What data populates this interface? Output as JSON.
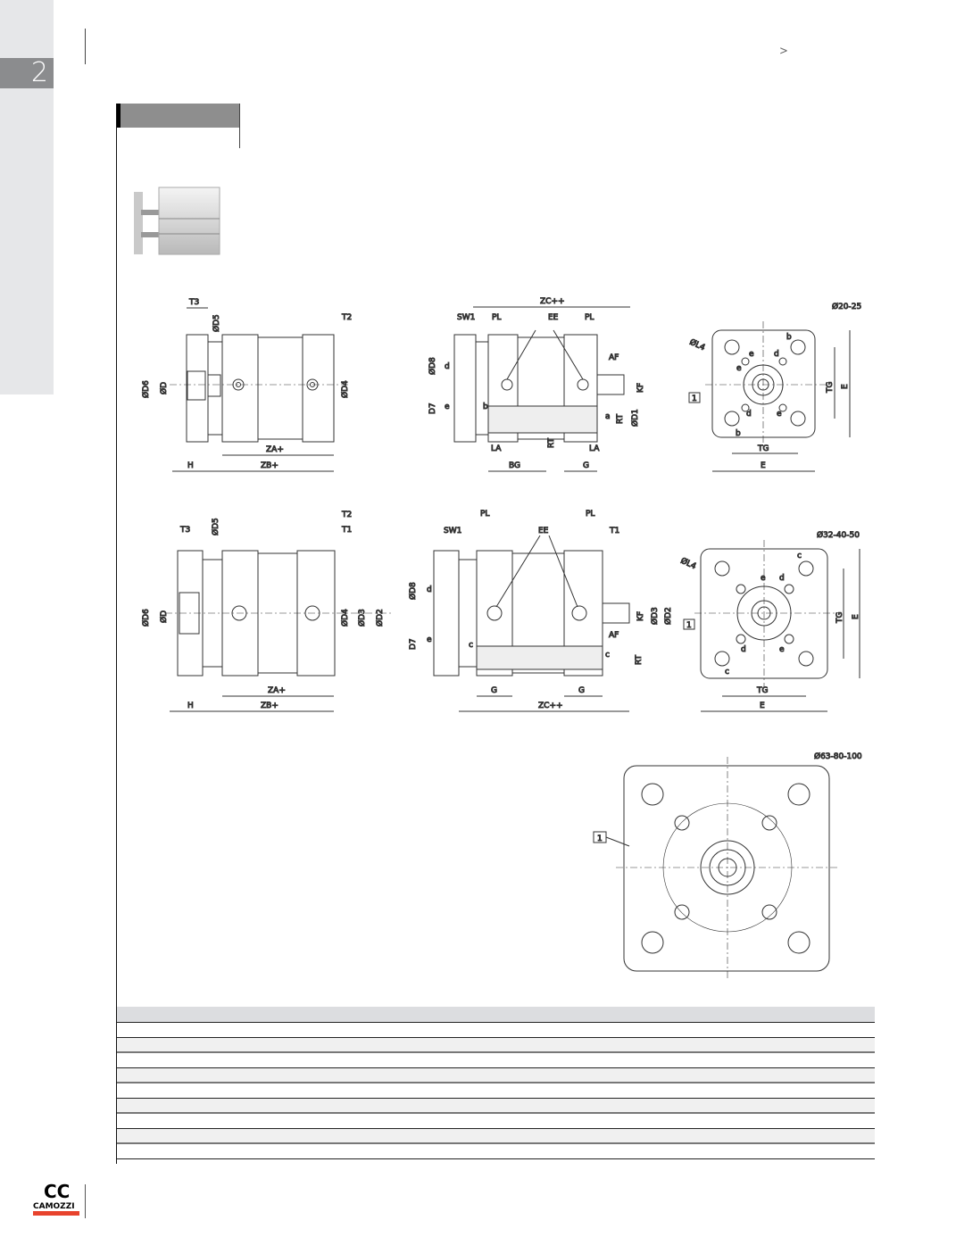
{
  "section": {
    "number": "2"
  },
  "header": {
    "chevron": ">"
  },
  "brand": {
    "name": "CAMOZZI",
    "accent_color": "#e8432d"
  },
  "drawings": {
    "v1": [
      "T3",
      "ØD5",
      "T2",
      "ØD6",
      "ØD",
      "ØD4",
      "ZA+",
      "H",
      "ZB+"
    ],
    "v2": [
      "ZC++",
      "SW1",
      "PL",
      "EE",
      "PL",
      "ØD8",
      "d",
      "AF",
      "KF",
      "D7",
      "e",
      "b",
      "a",
      "RT",
      "ØD1",
      "RT",
      "LA",
      "LA",
      "BG",
      "G"
    ],
    "v3": [
      "Ø20-25",
      "ØL4",
      "b",
      "d",
      "e",
      "e",
      "1",
      "d",
      "e",
      "b",
      "TG",
      "E",
      "TG",
      "E"
    ],
    "v4": [
      "T3",
      "ØD5",
      "T2",
      "T1",
      "ØD6",
      "ØD",
      "ØD4",
      "ØD3",
      "ØD2",
      "ZA+",
      "H",
      "ZB+"
    ],
    "v5": [
      "PL",
      "PL",
      "SW1",
      "EE",
      "T1",
      "ØD8",
      "d",
      "KF",
      "ØD3",
      "ØD2",
      "e",
      "D7",
      "c",
      "AF",
      "c",
      "RT",
      "G",
      "G",
      "ZC++"
    ],
    "v6": [
      "Ø32-40-50",
      "ØL4",
      "c",
      "d",
      "e",
      "1",
      "d",
      "e",
      "c",
      "TG",
      "E",
      "TG",
      "E"
    ],
    "v7": [
      "Ø63-80-100",
      "1"
    ]
  },
  "table": {
    "rows": 9
  }
}
